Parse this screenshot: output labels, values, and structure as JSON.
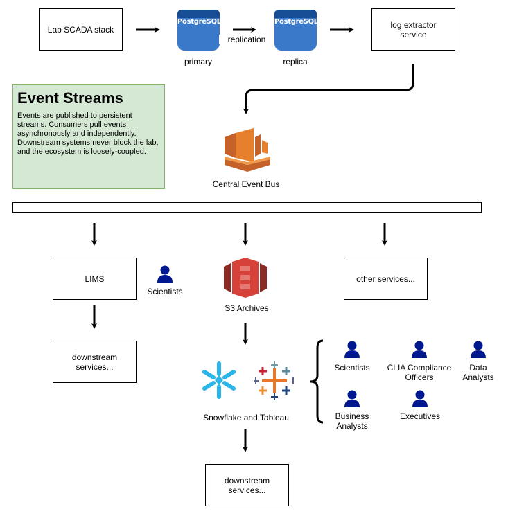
{
  "nodes": {
    "lab_scada": "Lab SCADA stack",
    "primary_db": "PostgreSQL",
    "primary_label": "primary",
    "replication_label": "replication",
    "replica_db": "PostgreSQL",
    "replica_label": "replica",
    "log_extractor": "log extractor service",
    "event_bus_label": "Central Event Bus",
    "lims": "LIMS",
    "lims_downstream": "downstream services...",
    "s3_label": "S3 Archives",
    "other_services": "other services...",
    "snowflake_tableau_label": "Snowflake and Tableau",
    "analytics_downstream": "downstream services..."
  },
  "note": {
    "title": "Event Streams",
    "body": "Events are published to persistent streams. Consumers pull events asynchronously and independently. Downstream systems never block the lab, and the ecosystem is loosely-coupled."
  },
  "users": {
    "lims_scientists": "Scientists",
    "scientists": "Scientists",
    "clia_officers": "CLIA Compliance Officers",
    "data_analysts": "Data Analysts",
    "business_analysts": "Business Analysts",
    "executives": "Executives"
  },
  "colors": {
    "note_fill": "#d5e8d4",
    "note_border": "#82b366",
    "postgres_blue": "#3a78c9",
    "aws_orange": "#e7802d",
    "s3_red": "#d6423a",
    "user_blue": "#00188f",
    "snowflake_blue": "#29b5e8"
  }
}
